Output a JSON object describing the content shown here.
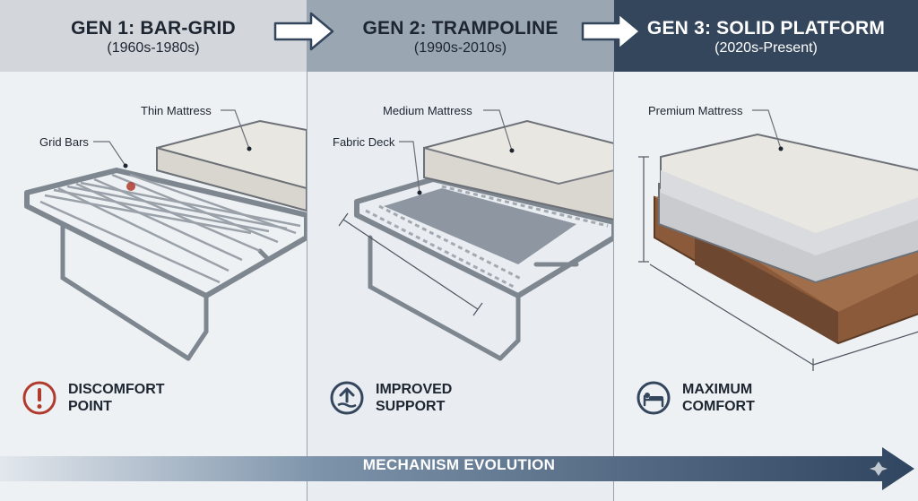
{
  "generations": [
    {
      "title": "GEN 1: BAR-GRID",
      "period": "(1960s-1980s)",
      "mattress_label": "Thin Mattress",
      "deck_label": "Grid Bars",
      "badge": "DISCOMFORT POINT",
      "badge_icon": "warning-icon"
    },
    {
      "title": "GEN 2: TRAMPOLINE",
      "period": "(1990s-2010s)",
      "mattress_label": "Medium Mattress",
      "deck_label": "Fabric Deck",
      "badge": "IMPROVED SUPPORT",
      "badge_icon": "support-arrow-icon"
    },
    {
      "title": "GEN 3: SOLID PLATFORM",
      "period": "(2020s-Present)",
      "mattress_label": "Premium Mattress",
      "deck_label": "",
      "badge": "MAXIMUM COMFORT",
      "badge_icon": "bed-icon"
    }
  ],
  "footer": {
    "label": "MECHANISM EVOLUTION"
  },
  "colors": {
    "navy": "#34465c",
    "steel": "#9aa6b1",
    "light": "#d3d7dc",
    "alert": "#b03a2e",
    "wood": "#8a5a3a"
  }
}
